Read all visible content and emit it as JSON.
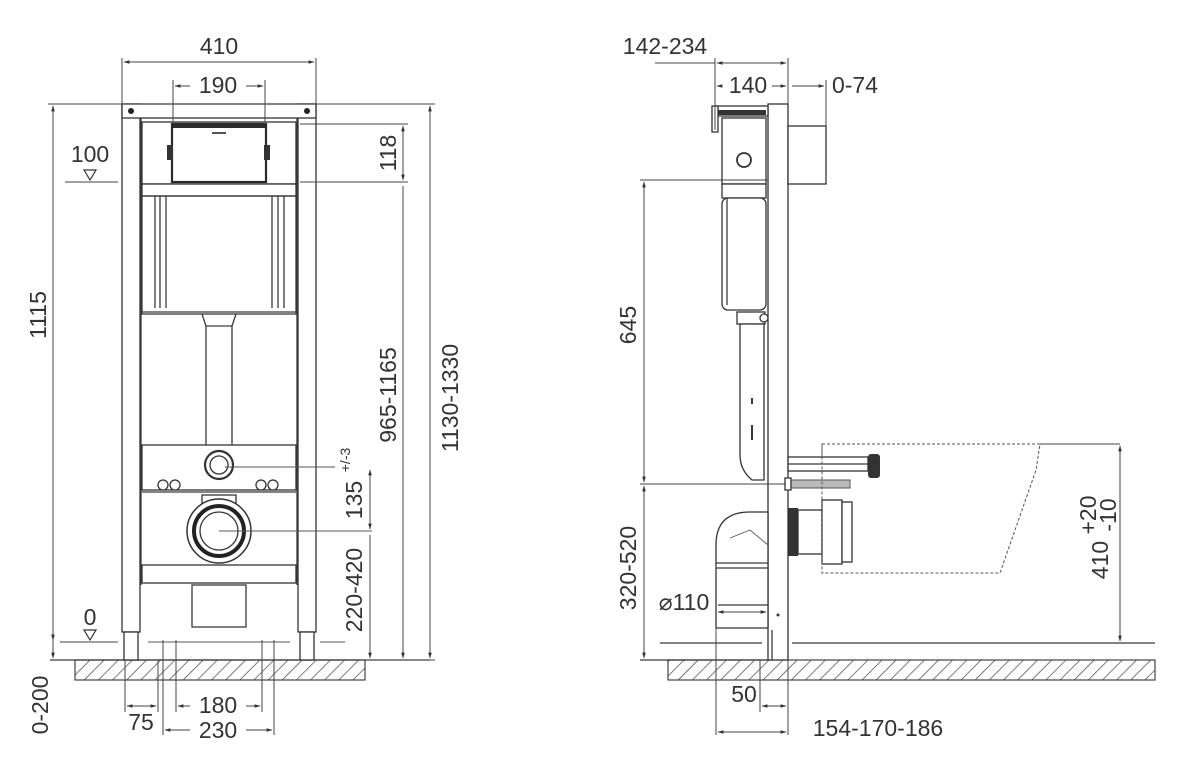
{
  "diagram": {
    "type": "technical-drawing",
    "subject": "wall-hung toilet installation frame",
    "front_view": {
      "dimensions": {
        "frame_width": "410",
        "flush_plate_width": "190",
        "actuator_height_label": "100",
        "flush_plate_height": "118",
        "total_height": "1115",
        "cistern_height_range": "965-1165",
        "frame_height_range": "1130-1330",
        "water_inlet_offset": "135",
        "water_inlet_tolerance": "+/-3",
        "drain_height_range": "220-420",
        "floor_zero": "0",
        "floor_adjust_range": "0-200",
        "leg_width": "75",
        "bolt_spacing": "180",
        "bolt_outer_spacing": "230"
      }
    },
    "side_view": {
      "dimensions": {
        "depth_range": "142-234",
        "cistern_depth": "140",
        "plate_offset_range": "0-74",
        "cistern_to_bowl": "645",
        "drain_height_range": "320-520",
        "drain_diameter": "⌀110",
        "floor_offset": "50",
        "wall_to_drain_range": "154-170-186",
        "bowl_height": "410",
        "bowl_height_tol_plus": "+20",
        "bowl_height_tol_minus": "-10"
      }
    }
  }
}
